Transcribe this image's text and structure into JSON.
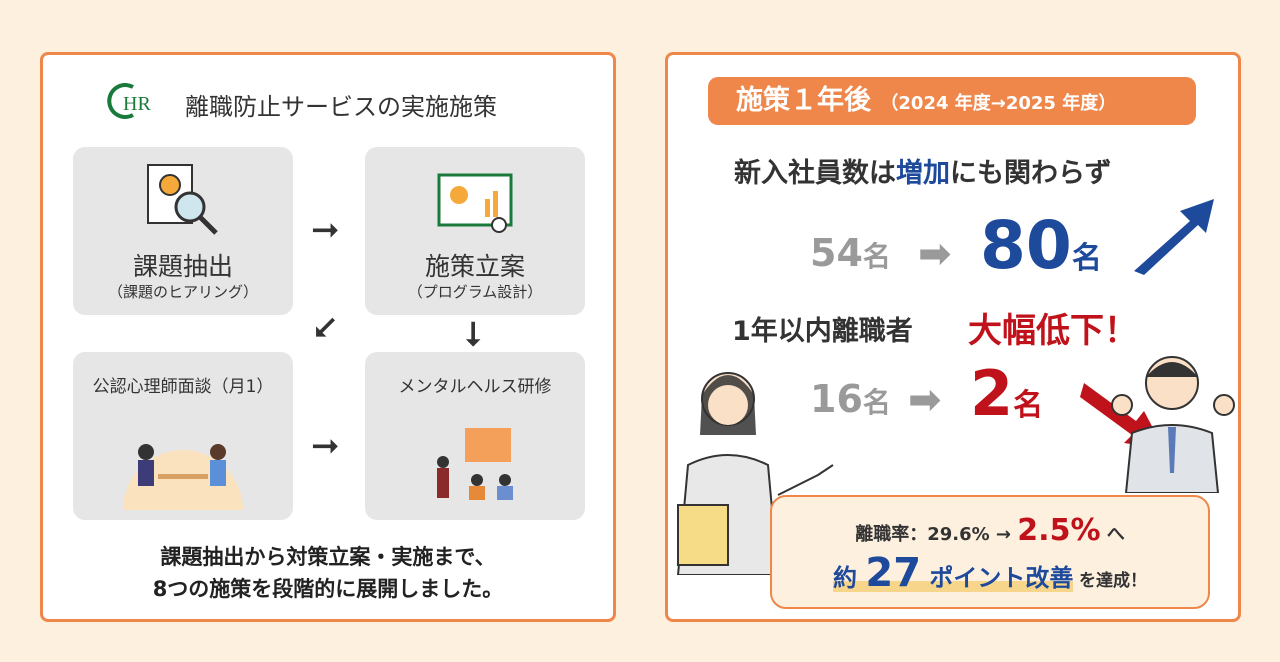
{
  "left": {
    "logo_text": "CHR",
    "title": "離職防止サービスの実施施策",
    "steps": [
      {
        "label": "課題抽出",
        "sub": "（課題のヒアリング）"
      },
      {
        "label": "施策立案",
        "sub": "（プログラム設計）"
      },
      {
        "label": "公認心理師面談（月1）"
      },
      {
        "label": "メンタルヘルス研修"
      }
    ],
    "caption_line1": "課題抽出から対策立案・実施まで、",
    "caption_line2": "8つの施策を段階的に展開しました。"
  },
  "right": {
    "banner_main": "施策１年後",
    "banner_sub": "（2024 年度→2025 年度）",
    "headline_a": "新入社員数は",
    "headline_b": "増加",
    "headline_c": "にも関わらず",
    "hires_before": "54",
    "hires_after": "80",
    "unit": "名",
    "headline2_a": "1年以内離職者",
    "headline2_b": "大幅低下！",
    "leavers_before": "16",
    "leavers_after": "2",
    "rate_label": "離職率：29.6% →",
    "rate_after": "2.5%",
    "rate_suffix": "へ",
    "improve_prefix": "約",
    "improve_num": "27",
    "improve_text": "ポイント改善",
    "improve_suffix": "を達成！"
  },
  "colors": {
    "accent": "#f0874a",
    "blue": "#1e4a9c",
    "red": "#c0121b",
    "logo": "#1a7a3c"
  }
}
